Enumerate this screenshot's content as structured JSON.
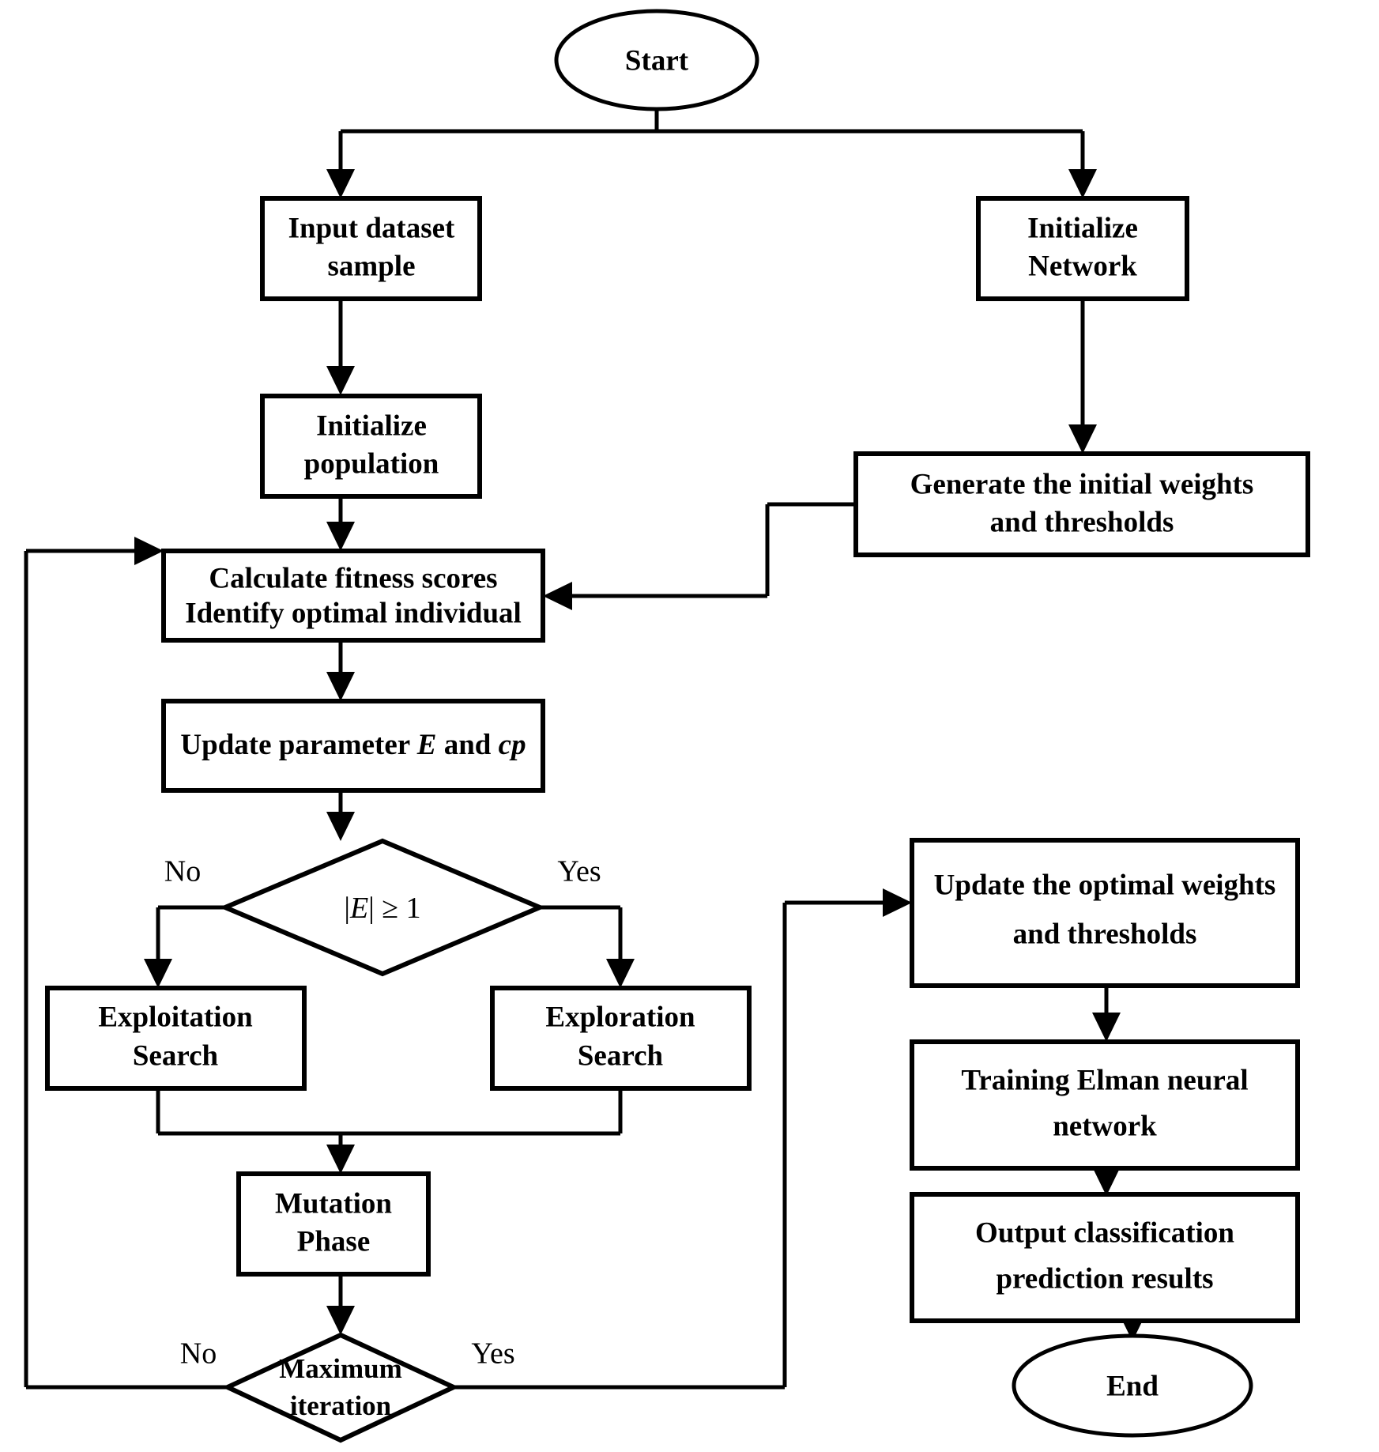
{
  "diagram": {
    "title": "Algorithm flowchart",
    "type": "flowchart",
    "colors": {
      "stroke": "#000000",
      "fill": "#ffffff",
      "text": "#000000"
    },
    "nodes": {
      "start": {
        "label": "Start",
        "shape": "ellipse"
      },
      "input_dataset": {
        "line1": "Input dataset",
        "line2": "sample",
        "shape": "rect"
      },
      "initialize_population": {
        "line1": "Initialize",
        "line2": "population",
        "shape": "rect"
      },
      "initialize_network": {
        "line1": "Initialize",
        "line2": "Network",
        "shape": "rect"
      },
      "generate_weights": {
        "line1": "Generate the initial weights",
        "line2": "and thresholds",
        "shape": "rect"
      },
      "calculate_fitness": {
        "line1": "Calculate fitness scores",
        "line2": "Identify optimal individual",
        "shape": "rect"
      },
      "update_parameter": {
        "prefix": "Update parameter ",
        "sym1": "E",
        "mid": " and ",
        "sym2": "cp",
        "shape": "rect"
      },
      "decision_energy": {
        "label_pre": "|",
        "label_sym": "E",
        "label_post": "| ≥ 1",
        "shape": "diamond"
      },
      "exploitation_search": {
        "line1": "Exploitation",
        "line2": "Search",
        "shape": "rect"
      },
      "exploration_search": {
        "line1": "Exploration",
        "line2": "Search",
        "shape": "rect"
      },
      "mutation_phase": {
        "line1": "Mutation",
        "line2": "Phase",
        "shape": "rect"
      },
      "decision_max_iteration": {
        "line1": "Maximum",
        "line2": "iteration",
        "shape": "diamond"
      },
      "update_optimal_weights": {
        "line1": "Update the optimal weights",
        "line2": "and thresholds",
        "shape": "rect"
      },
      "training_elman": {
        "line1": "Training Elman neural",
        "line2": "network",
        "shape": "rect"
      },
      "output_results": {
        "line1": "Output classification",
        "line2": "prediction results",
        "shape": "rect"
      },
      "end": {
        "label": "End",
        "shape": "ellipse"
      }
    },
    "branch_labels": {
      "energy_no": "No",
      "energy_yes": "Yes",
      "iteration_no": "No",
      "iteration_yes": "Yes"
    }
  }
}
